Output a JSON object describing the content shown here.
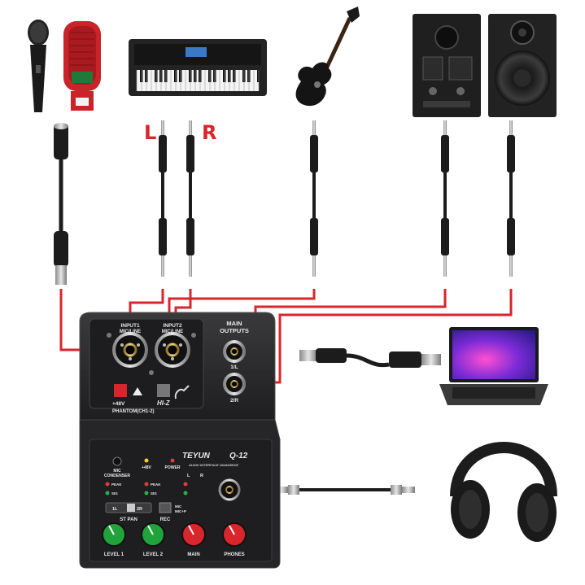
{
  "stereo_labels": {
    "left": "L",
    "right": "R"
  },
  "panel_top": {
    "input1": "INPUT1",
    "input1_sub": "MIC/LINE",
    "input2": "INPUT2",
    "input2_sub": "MIC/LINE",
    "main_outputs_line1": "MAIN",
    "main_outputs_line2": "OUTPUTS",
    "out_1l": "1/L",
    "out_2r": "2/R",
    "phantom_48v": "+48V",
    "phantom": "PHANTOM(CH1-2)",
    "hiz": "HI-Z"
  },
  "panel_front": {
    "brand": "TEYUN",
    "model": "Q-12",
    "subtitle": "AUDIO INTERFACE 16bit/48KHZ",
    "mic_condenser_1": "MIC",
    "mic_condenser_2": "CONDENSER",
    "led_48v": "+48V",
    "led_power": "POWER",
    "peak_1": "PEAK",
    "sig_1": "SIG",
    "peak_2": "PEAK",
    "sig_2": "SIG",
    "st_l": "L",
    "st_r": "R",
    "st_pan": "ST PAN",
    "pan_1l": "1L",
    "pan_2r": "2R",
    "rec": "REC",
    "rec_mic": "MIC",
    "rec_micp": "MIC+P",
    "level1": "LEVEL 1",
    "level2": "LEVEL 2",
    "main": "MAIN",
    "phones": "PHONES"
  },
  "colors": {
    "cable_red": "#d9252c",
    "knob_green": "#1fa33a",
    "knob_red": "#d9252c",
    "device": "#2a2a2c"
  }
}
